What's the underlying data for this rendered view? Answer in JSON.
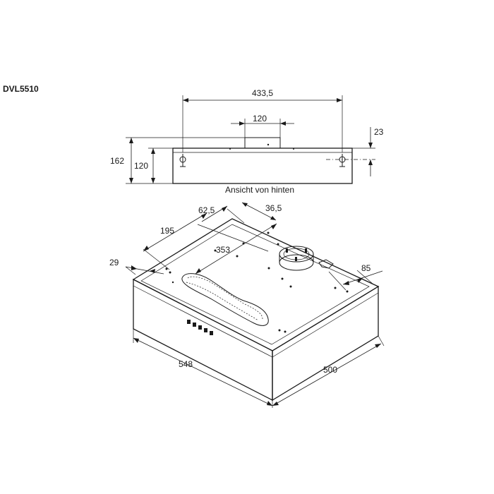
{
  "model": "DVL5510",
  "rear_view": {
    "caption": "Ansicht von hinten",
    "dims": {
      "width": "433,5",
      "outlet": "120",
      "height_total": "162",
      "height_body": "120",
      "mount_offset": "23"
    }
  },
  "iso_view": {
    "dims": {
      "a": "62,5",
      "b": "36,5",
      "c": "195",
      "d": "353",
      "e": "29",
      "f": "85",
      "width": "548",
      "depth": "500"
    }
  }
}
